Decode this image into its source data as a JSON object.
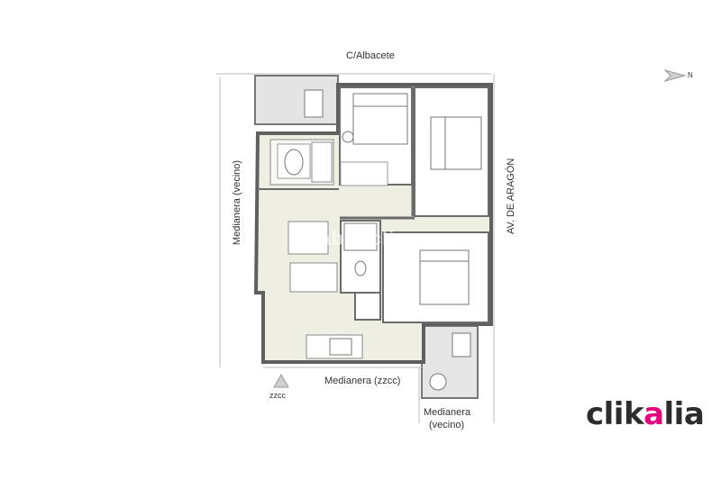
{
  "labels": {
    "street_top": "C/Albacete",
    "street_right": "AV. DE ARAGÓN",
    "left_side": "Medianera (vecino)",
    "bottom_center": "Medianera (zzcc)",
    "bottom_right_line1": "Medianera",
    "bottom_right_line2": "(vecino)",
    "zzcc": "zzcc",
    "north": "N"
  },
  "watermark": "habitaclia",
  "logo": {
    "part1": "clik",
    "accent": "a",
    "part2": "lia"
  },
  "colors": {
    "floor": "#efeee3",
    "wall": "#6b6b6b",
    "terrace": "#e3e3e3",
    "accent": "#e6007e"
  }
}
